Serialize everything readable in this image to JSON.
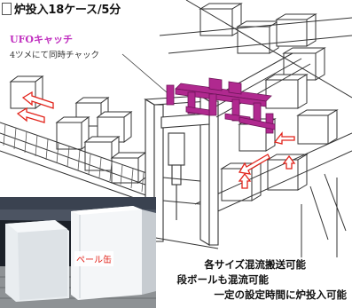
{
  "header": {
    "title": "炉投入18ケース/5分"
  },
  "gripper": {
    "name": "UFOキャッチ",
    "description": "4ツメにて同時チャック",
    "color": "#b0298f"
  },
  "photo": {
    "label": "ペール缶"
  },
  "captions": [
    "各サイズ混流搬送可能",
    "段ボールも混流可能",
    "一定の設定時間に炉投入可能"
  ],
  "colors": {
    "arrow": "#e2231a",
    "line_art": "#333333"
  }
}
